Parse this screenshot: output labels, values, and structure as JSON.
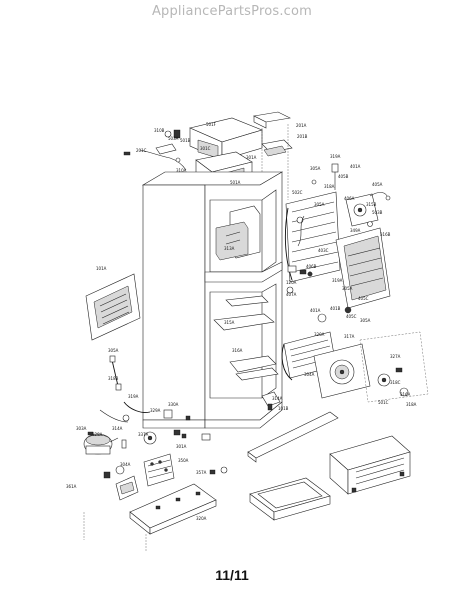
{
  "header": {
    "watermark": "AppliancePartsPros.com"
  },
  "footer": {
    "page_number": "11/11"
  },
  "callouts": [
    "501F",
    "201A",
    "201B",
    "301A",
    "301C",
    "501A",
    "310B",
    "503A",
    "501B",
    "201C",
    "310A",
    "305A",
    "319A",
    "401A",
    "405A",
    "502C",
    "318A",
    "405B",
    "406A",
    "305A",
    "315B",
    "503B",
    "313A",
    "403C",
    "349A",
    "316B",
    "406B",
    "319A",
    "305A",
    "405C",
    "120A",
    "407A",
    "401A",
    "401B",
    "405C",
    "305A",
    "101A",
    "315A",
    "316A",
    "320A",
    "317A",
    "327A",
    "304A",
    "318C",
    "316A",
    "318A",
    "501C",
    "314A",
    "101B",
    "305A",
    "318B",
    "319A",
    "329A",
    "330A",
    "303A",
    "328A",
    "314A",
    "337A",
    "301A",
    "350A",
    "357A",
    "304A",
    "361A",
    "320A"
  ]
}
